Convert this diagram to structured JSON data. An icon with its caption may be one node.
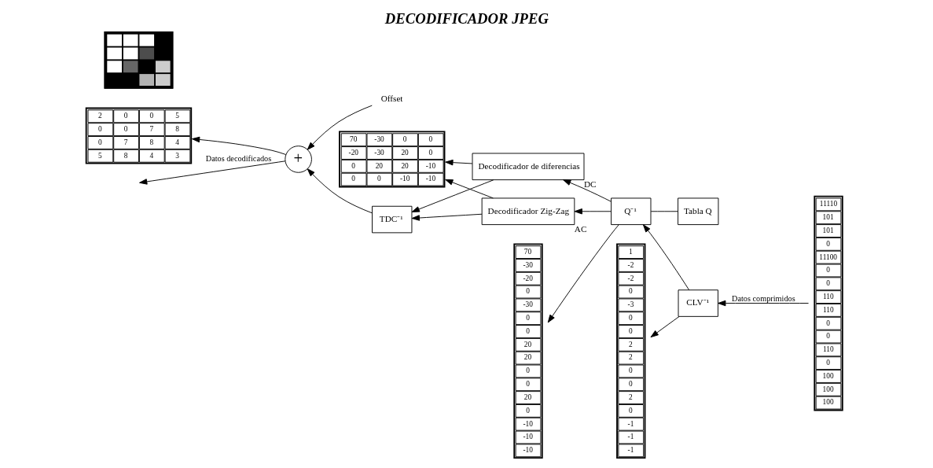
{
  "diagram": {
    "title": "DECODIFICADOR JPEG",
    "nodes": [
      {
        "text": [
          "Offset"
        ]
      },
      {
        "text": [
          "+"
        ]
      },
      {
        "text": [
          "TDC⁻¹"
        ]
      },
      {
        "text": [
          "Decodificador Zig-Zag"
        ],
        "beside": [
          "AC"
        ]
      },
      {
        "text": [
          "Decodificador de diferencias"
        ],
        "beside": [
          "DC"
        ]
      },
      {
        "text": [
          "Tabla Q"
        ]
      },
      {
        "text": [
          "Q⁻¹"
        ]
      },
      {
        "text": [
          "CLV⁻¹"
        ]
      },
      {
        "text": [],
        "shape": "picture"
      },
      {
        "text": [
          "2",
          "0",
          "0",
          "5",
          "0",
          "0",
          "7",
          "8",
          "0",
          "7",
          "8",
          "4",
          "5",
          "8",
          "4",
          "3"
        ]
      },
      {
        "text": [
          "70",
          "-30",
          "0",
          "0",
          "-20",
          "-30",
          "20",
          "0",
          "0",
          "20",
          "20",
          "-10",
          "0",
          "0",
          "-10",
          "-10"
        ]
      },
      {
        "text": [
          "70",
          "-30",
          "-20",
          "0",
          "-30",
          "0",
          "0",
          "20",
          "20",
          "0",
          "0",
          "20",
          "0",
          "-10",
          "-10",
          "-10"
        ]
      },
      {
        "text": [
          "1",
          "-2",
          "-2",
          "0",
          "-3",
          "0",
          "0",
          "2",
          "2",
          "0",
          "0",
          "2",
          "0",
          "-1",
          "-1",
          "-1"
        ]
      },
      {
        "text": [
          "11110",
          "101",
          "101",
          "0",
          "11100",
          "0",
          "0",
          "110",
          "110",
          "0",
          "0",
          "110",
          "0",
          "100",
          "100",
          "100"
        ]
      }
    ],
    "edges": [
      {
        "from": 0,
        "to": 1,
        "arrow": "to"
      },
      {
        "from": 2,
        "to": 1,
        "arrow": "to"
      },
      {
        "from": 1,
        "to": null,
        "arrow": "to",
        "label": "Datos decodificados"
      },
      {
        "from": 1,
        "to": 9,
        "arrow": "to"
      },
      {
        "from": 3,
        "to": 2,
        "arrow": "to"
      },
      {
        "from": 4,
        "to": 2,
        "arrow": "to"
      },
      {
        "from": 3,
        "to": 10,
        "arrow": "to"
      },
      {
        "from": 4,
        "to": 10,
        "arrow": "to"
      },
      {
        "from": 6,
        "to": 3,
        "arrow": "to"
      },
      {
        "from": 6,
        "to": 4,
        "arrow": "to"
      },
      {
        "from": 6,
        "to": 11,
        "arrow": "to"
      },
      {
        "from": 5,
        "to": 6,
        "arrow": "none"
      },
      {
        "from": 7,
        "to": 6,
        "arrow": "to"
      },
      {
        "from": 7,
        "to": 12,
        "arrow": "to"
      },
      {
        "from": 13,
        "to": 7,
        "arrow": "to",
        "label": "Datos comprimidos"
      }
    ]
  }
}
